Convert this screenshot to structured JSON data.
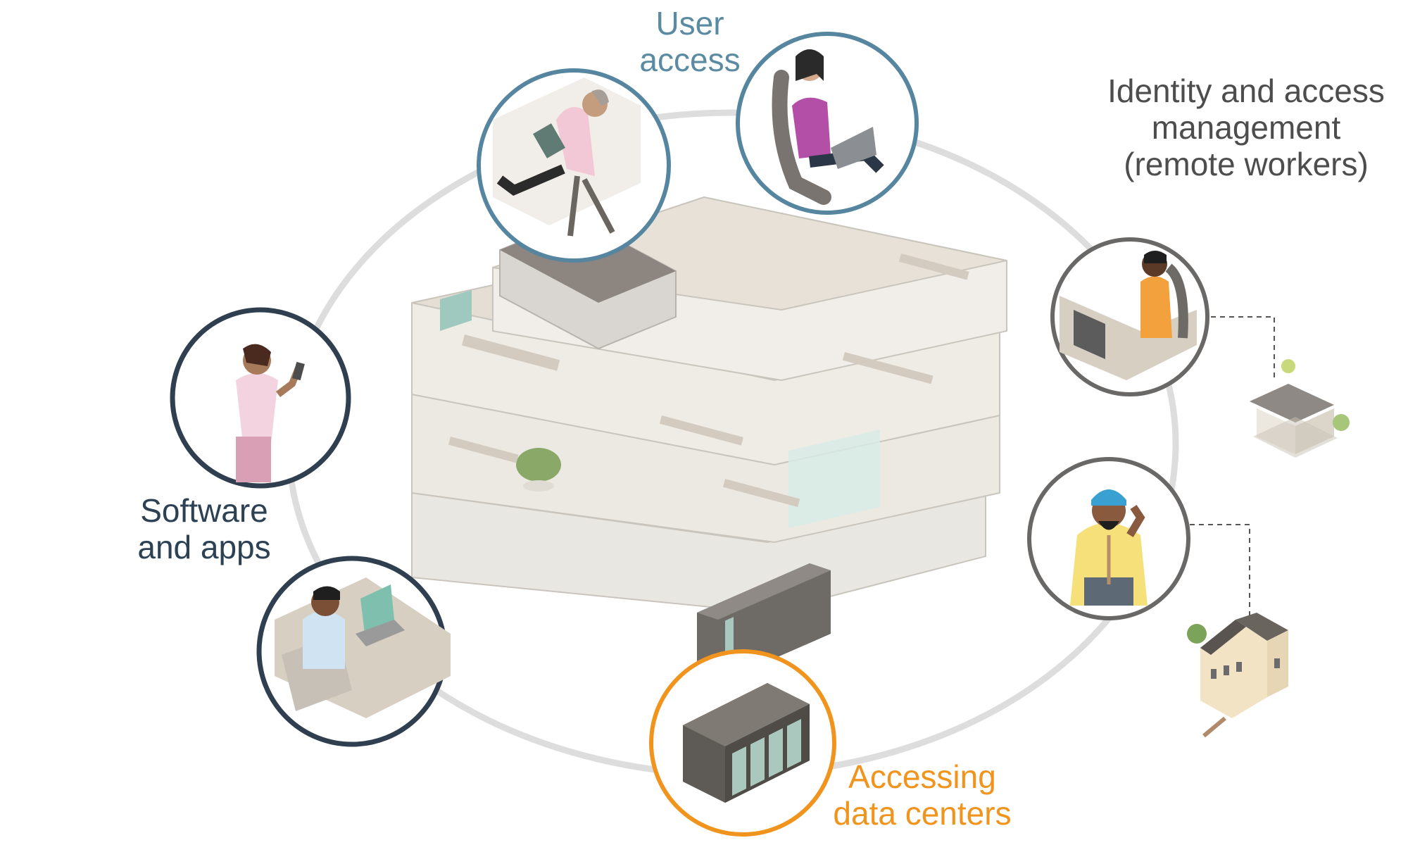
{
  "labels": {
    "user_access": [
      "User",
      "access"
    ],
    "identity_access": [
      "Identity and access",
      "management",
      "(remote workers)"
    ],
    "software_apps": [
      "Software",
      "and apps"
    ],
    "data_centers": [
      "Accessing",
      "data centers"
    ]
  },
  "colors": {
    "user_access": "#5b8ba3",
    "identity_access": "#4d4d4d",
    "software_apps": "#2d4155",
    "data_centers": "#f0941e",
    "ring": "#dddddd",
    "circle_remote": "#6a6866",
    "circle_user": "#56869f",
    "circle_software": "#2f3f4f",
    "circle_dc": "#f0941e",
    "building_wall": "#e9e7e1",
    "building_floor": "#ddd6cc",
    "roof": "#8c8580"
  },
  "icons": [
    "woman-with-tablet-icon",
    "woman-with-laptop-icon",
    "woman-with-phone-icon",
    "man-at-desktop-icon",
    "man-on-phone-icon",
    "man-at-laptop-icon",
    "server-rack-icon",
    "house-icon",
    "victorian-house-icon",
    "office-building-icon"
  ]
}
